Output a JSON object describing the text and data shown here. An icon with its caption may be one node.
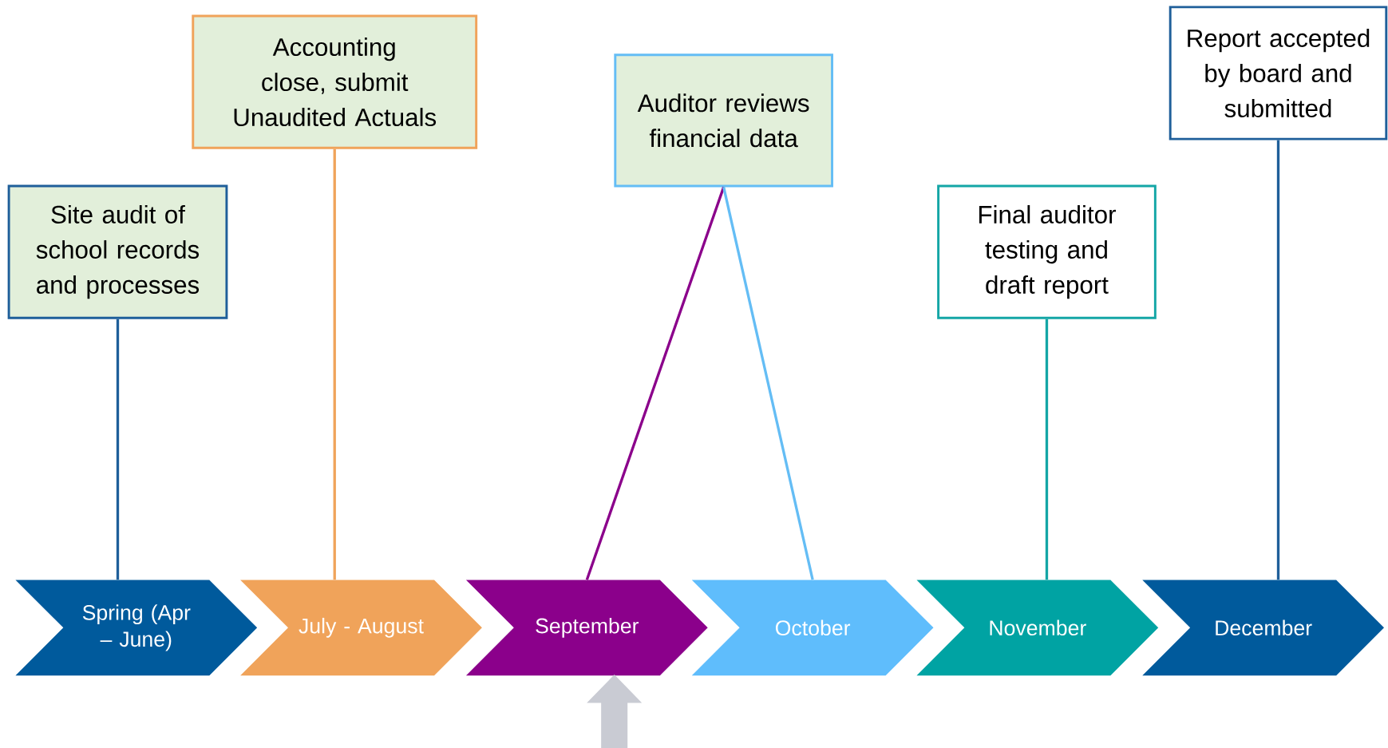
{
  "diagram": {
    "nodes": [
      {
        "text": [
          "Site audit of school records and processes"
        ]
      },
      {
        "text": [
          "Accounting close, submit Unaudited Actuals"
        ]
      },
      {
        "text": [
          "Auditor reviews financial data"
        ]
      },
      {
        "text": [
          "Report accepted by board and submitted"
        ]
      },
      {
        "text": [
          "Final auditor testing and draft report"
        ]
      },
      {
        "text": [
          "Spring (Apr – June)"
        ]
      },
      {
        "text": [
          "July - August"
        ]
      },
      {
        "text": [
          "September"
        ]
      },
      {
        "text": [
          "October"
        ]
      },
      {
        "text": [
          "November"
        ]
      },
      {
        "text": [
          "December"
        ]
      }
    ],
    "edges": [
      {
        "from": 0,
        "to": 5,
        "arrow": "none",
        "color": "#1f5f9a"
      },
      {
        "from": 1,
        "to": 6,
        "arrow": "none",
        "color": "#f0a35a"
      },
      {
        "from": 2,
        "to": 7,
        "arrow": "none",
        "color": "#8b008b"
      },
      {
        "from": 2,
        "to": 8,
        "arrow": "none",
        "color": "#64bdf5"
      },
      {
        "from": 4,
        "to": 9,
        "arrow": "none",
        "color": "#14a6a6"
      },
      {
        "from": 3,
        "to": 10,
        "arrow": "none",
        "color": "#1f5f9a"
      },
      {
        "from": null,
        "to": 7,
        "arrow": "to",
        "color": "#c9cbd3"
      }
    ]
  }
}
